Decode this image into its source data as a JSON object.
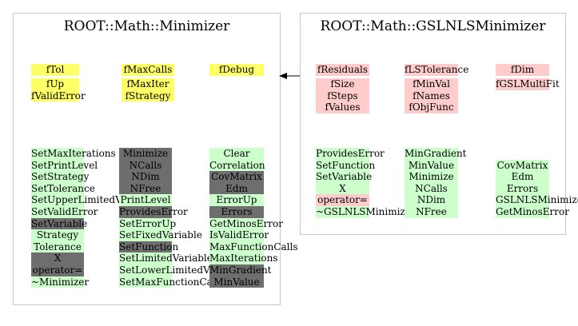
{
  "base_class": {
    "title": "ROOT::Math::Minimizer",
    "data_columns": [
      [
        {
          "label": "fTol",
          "color": "yellow",
          "gap_after": true
        },
        {
          "label": "fUp",
          "color": "yellow"
        },
        {
          "label": "fValidError",
          "color": "yellow"
        }
      ],
      [
        {
          "label": "fMaxCalls",
          "color": "yellow",
          "gap_after": true
        },
        {
          "label": "fMaxIter",
          "color": "yellow"
        },
        {
          "label": "fStrategy",
          "color": "yellow"
        }
      ],
      [
        {
          "label": "fDebug",
          "color": "yellow"
        }
      ]
    ],
    "method_columns": [
      [
        {
          "label": "SetMaxIterations",
          "color": "green"
        },
        {
          "label": "SetPrintLevel",
          "color": "green"
        },
        {
          "label": "SetStrategy",
          "color": "green"
        },
        {
          "label": "SetTolerance",
          "color": "green"
        },
        {
          "label": "SetUpperLimitedVariable",
          "color": "green"
        },
        {
          "label": "SetValidError",
          "color": "green"
        },
        {
          "label": "SetVariable",
          "color": "gray"
        },
        {
          "label": "Strategy",
          "color": "green"
        },
        {
          "label": "Tolerance",
          "color": "green"
        },
        {
          "label": "X",
          "color": "gray"
        },
        {
          "label": "operator=",
          "color": "gray"
        },
        {
          "label": "~Minimizer",
          "color": "green"
        }
      ],
      [
        {
          "label": "Minimize",
          "color": "gray"
        },
        {
          "label": "NCalls",
          "color": "gray"
        },
        {
          "label": "NDim",
          "color": "gray"
        },
        {
          "label": "NFree",
          "color": "gray"
        },
        {
          "label": "PrintLevel",
          "color": "green"
        },
        {
          "label": "ProvidesError",
          "color": "gray"
        },
        {
          "label": "SetErrorUp",
          "color": "green"
        },
        {
          "label": "SetFixedVariable",
          "color": "green"
        },
        {
          "label": "SetFunction",
          "color": "gray"
        },
        {
          "label": "SetLimitedVariable",
          "color": "green"
        },
        {
          "label": "SetLowerLimitedVariable",
          "color": "green"
        },
        {
          "label": "SetMaxFunctionCalls",
          "color": "green"
        }
      ],
      [
        {
          "label": "Clear",
          "color": "green"
        },
        {
          "label": "Correlation",
          "color": "green"
        },
        {
          "label": "CovMatrix",
          "color": "gray"
        },
        {
          "label": "Edm",
          "color": "gray"
        },
        {
          "label": "ErrorUp",
          "color": "green"
        },
        {
          "label": "Errors",
          "color": "gray"
        },
        {
          "label": "GetMinosError",
          "color": "green"
        },
        {
          "label": "IsValidError",
          "color": "green"
        },
        {
          "label": "MaxFunctionCalls",
          "color": "green"
        },
        {
          "label": "MaxIterations",
          "color": "green"
        },
        {
          "label": "MinGradient",
          "color": "gray"
        },
        {
          "label": "MinValue",
          "color": "gray"
        }
      ]
    ]
  },
  "derived_class": {
    "title": "ROOT::Math::GSLNLSMinimizer",
    "data_columns": [
      [
        {
          "label": "fResiduals",
          "color": "pink",
          "gap_after": true
        },
        {
          "label": "fSize",
          "color": "pink"
        },
        {
          "label": "fSteps",
          "color": "pink"
        },
        {
          "label": "fValues",
          "color": "pink"
        }
      ],
      [
        {
          "label": "fLSTolerance",
          "color": "pink",
          "gap_after": true
        },
        {
          "label": "fMinVal",
          "color": "pink"
        },
        {
          "label": "fNames",
          "color": "pink"
        },
        {
          "label": "fObjFunc",
          "color": "pink"
        }
      ],
      [
        {
          "label": "fDim",
          "color": "pink",
          "gap_after": true
        },
        {
          "label": "fGSLMultiFit",
          "color": "pink"
        }
      ]
    ],
    "method_columns": [
      [
        {
          "label": "ProvidesError",
          "color": "green"
        },
        {
          "label": "SetFunction",
          "color": "green"
        },
        {
          "label": "SetVariable",
          "color": "green"
        },
        {
          "label": "X",
          "color": "green"
        },
        {
          "label": "operator=",
          "color": "pink"
        },
        {
          "label": "~GSLNLSMinimizer",
          "color": "green"
        }
      ],
      [
        {
          "label": "MinGradient",
          "color": "green"
        },
        {
          "label": "MinValue",
          "color": "green"
        },
        {
          "label": "Minimize",
          "color": "green"
        },
        {
          "label": "NCalls",
          "color": "green"
        },
        {
          "label": "NDim",
          "color": "green"
        },
        {
          "label": "NFree",
          "color": "green"
        }
      ],
      [
        {
          "label": "",
          "color": "plain"
        },
        {
          "label": "CovMatrix",
          "color": "green"
        },
        {
          "label": "Edm",
          "color": "green"
        },
        {
          "label": "Errors",
          "color": "green"
        },
        {
          "label": "GSLNLSMinimizer",
          "color": "green"
        },
        {
          "label": "GetMinosError",
          "color": "green"
        }
      ]
    ]
  },
  "colors": {
    "yellow": "#ffff66",
    "pink": "#ffcccc",
    "green": "#ccffcc",
    "gray": "#6e6e6e"
  }
}
